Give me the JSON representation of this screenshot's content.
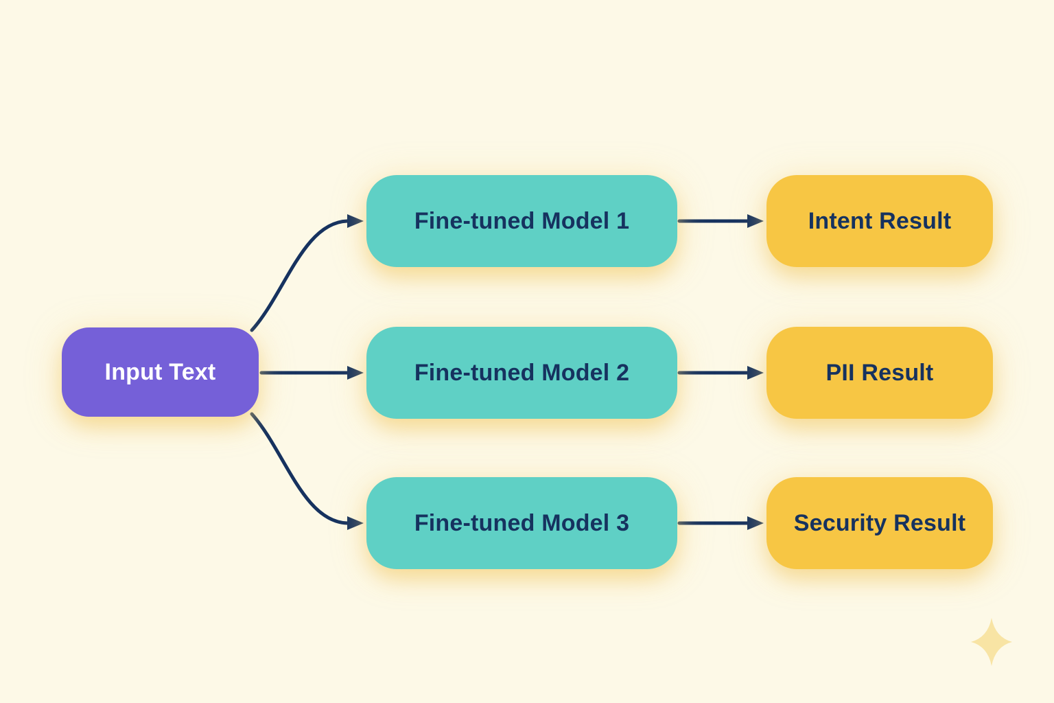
{
  "colors": {
    "bg": "#FDF9E7",
    "purple": "#7560D8",
    "teal": "#5FD0C5",
    "yellow": "#F7C644",
    "navy": "#16325F",
    "text-light": "#FFFFFF",
    "sparkle": "#F8E4A4"
  },
  "diagram": {
    "input": {
      "label": "Input Text"
    },
    "models": [
      {
        "label": "Fine-tuned Model 1"
      },
      {
        "label": "Fine-tuned Model 2"
      },
      {
        "label": "Fine-tuned Model 3"
      }
    ],
    "results": [
      {
        "label": "Intent Result"
      },
      {
        "label": "PII Result"
      },
      {
        "label": "Security Result"
      }
    ],
    "decoration": {
      "icon": "four-point-sparkle"
    }
  }
}
